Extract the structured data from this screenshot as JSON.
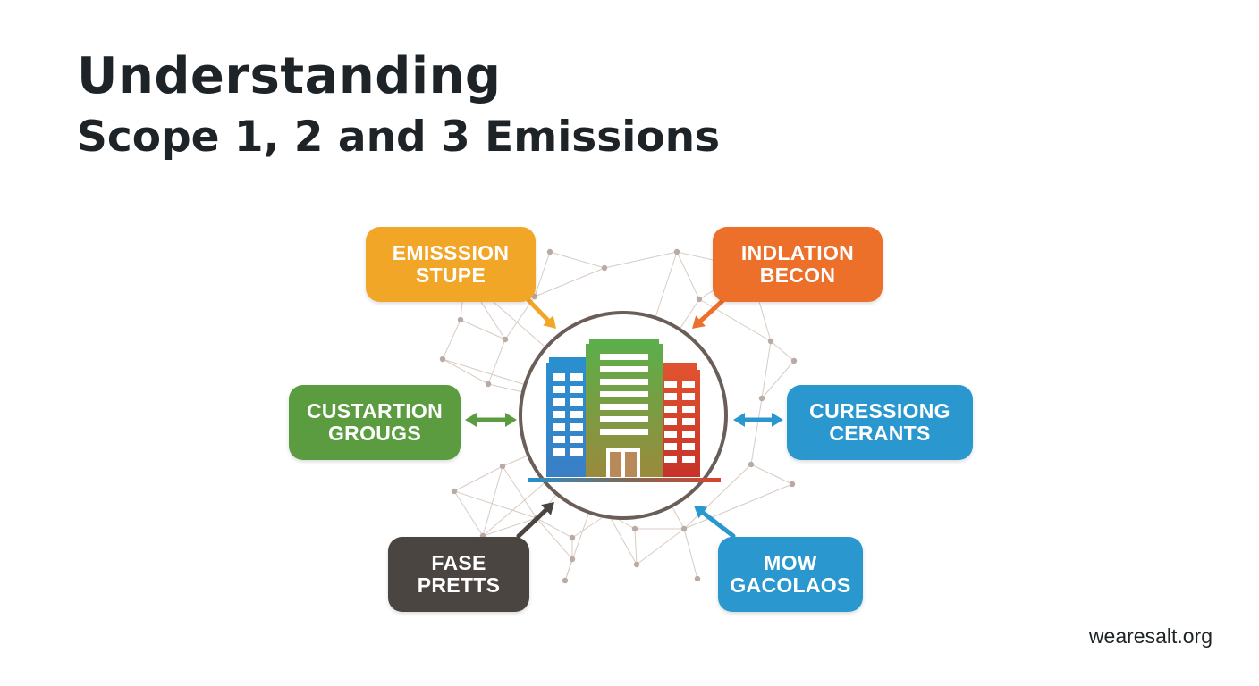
{
  "title": {
    "line1": "Understanding",
    "line2": "Scope 1, 2 and 3 Emissions"
  },
  "center": {
    "icon": "office-building-icon"
  },
  "nodes": [
    {
      "id": "emission-stupe",
      "lines": [
        "EMISSSION",
        "STUPE"
      ],
      "color": "#f2a628"
    },
    {
      "id": "indlation-becon",
      "lines": [
        "INDLATION",
        "BECON"
      ],
      "color": "#ec6f2a"
    },
    {
      "id": "custartion-grougs",
      "lines": [
        "CUSTARTION",
        "GROUGS"
      ],
      "color": "#5c9c40"
    },
    {
      "id": "curessiong-cerants",
      "lines": [
        "CURESSIONG",
        "CERANTS"
      ],
      "color": "#2a98cf"
    },
    {
      "id": "fase-pretts",
      "lines": [
        "FASE",
        "PRETTS"
      ],
      "color": "#4a4540"
    },
    {
      "id": "mow-gacolaos",
      "lines": [
        "MOW",
        "GACOLAOS"
      ],
      "color": "#2a98cf"
    }
  ],
  "footer": {
    "text": "wearesalt.org"
  },
  "colors": {
    "ring": "#6b5d57",
    "network": "#d8cbc3",
    "network_dot": "#b9aba3",
    "building_blue": "#2a8fcf",
    "building_green": "#5cae4a",
    "building_red": "#d9432c"
  }
}
